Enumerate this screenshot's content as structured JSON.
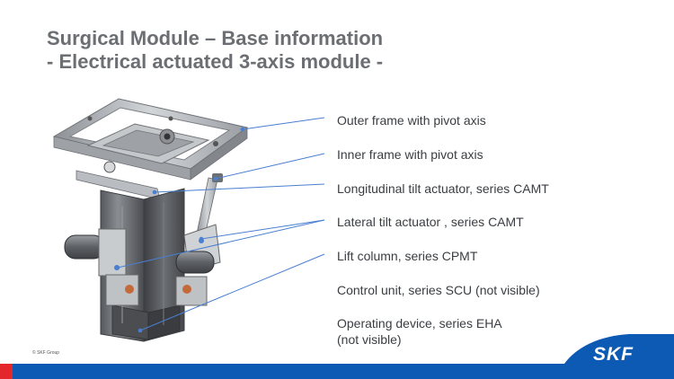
{
  "slide": {
    "title_line1": "Surgical Module – Base information",
    "title_line2": "- Electrical actuated 3-axis module -",
    "copyright": "© SKF Group"
  },
  "callouts": [
    {
      "label": "Outer frame with pivot axis"
    },
    {
      "label": "Inner frame with pivot axis"
    },
    {
      "label": "Longitudinal tilt actuator, series CAMT"
    },
    {
      "label": "Lateral tilt actuator , series CAMT"
    },
    {
      "label": "Lift column, series CPMT"
    },
    {
      "label": "Control unit, series SCU (not visible)"
    },
    {
      "label_line1": "Operating device, series EHA",
      "label_line2": "(not visible)"
    }
  ],
  "brand": {
    "logo_text": "SKF",
    "primary_color": "#0d5ab4",
    "accent_color": "#e3272a",
    "callout_line_color": "#4a7fd0"
  }
}
